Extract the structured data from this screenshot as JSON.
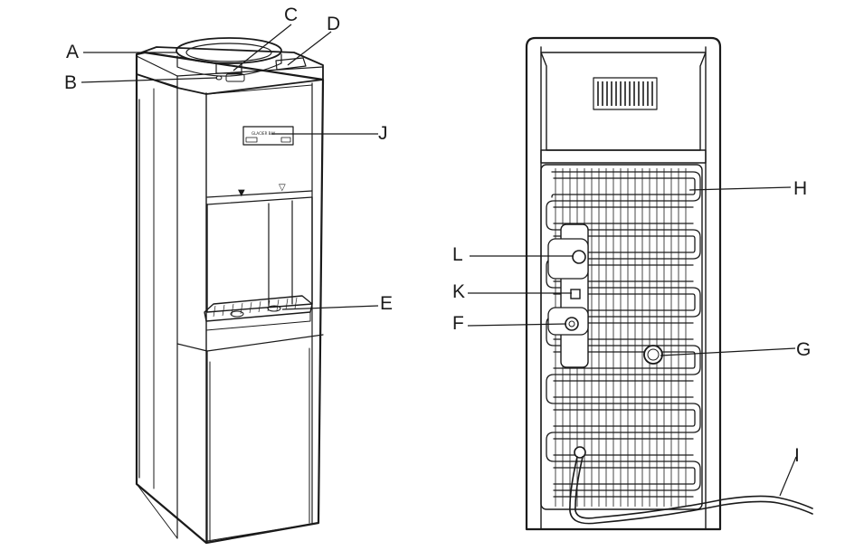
{
  "front_view": {
    "badge_text": "GLACIER BAY",
    "hot_symbol": "▼",
    "cold_symbol": "▽"
  },
  "callouts": {
    "A": "A",
    "B": "B",
    "C": "C",
    "D": "D",
    "E": "E",
    "F": "F",
    "G": "G",
    "H": "H",
    "I": "I",
    "J": "J",
    "K": "K",
    "L": "L"
  }
}
